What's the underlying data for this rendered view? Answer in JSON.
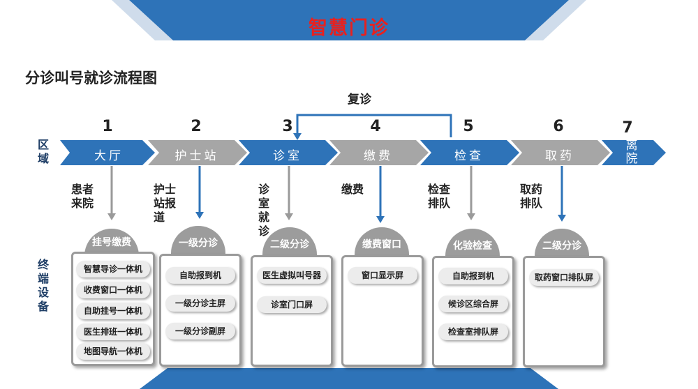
{
  "title": "智慧门诊",
  "subtitle": "分诊叫号就诊流程图",
  "revisit_label": "复诊",
  "row_labels": {
    "area": "区域",
    "terminal": "终端设备"
  },
  "stages": [
    {
      "num": "1",
      "label": "大厅",
      "color": "#2e73b8"
    },
    {
      "num": "2",
      "label": "护士站",
      "color": "#a6a6a6"
    },
    {
      "num": "3",
      "label": "诊室",
      "color": "#2e73b8"
    },
    {
      "num": "4",
      "label": "缴费",
      "color": "#a6a6a6"
    },
    {
      "num": "5",
      "label": "检查",
      "color": "#2e73b8"
    },
    {
      "num": "6",
      "label": "取药",
      "color": "#a6a6a6"
    },
    {
      "num": "7",
      "label": "离院",
      "color": "#2e73b8"
    }
  ],
  "step_labels": [
    "患者来院",
    "护士站报道",
    "诊室就诊",
    "缴费",
    "检查排队",
    "取药排队"
  ],
  "cards": [
    {
      "header": "挂号缴费",
      "items": [
        "智慧导诊一体机",
        "收费窗口一体机",
        "自助挂号一体机",
        "医生排班一体机",
        "地图导航一体机"
      ]
    },
    {
      "header": "一级分诊",
      "items": [
        "自助报到机",
        "一级分诊主屏",
        "一级分诊副屏"
      ]
    },
    {
      "header": "二级分诊",
      "items": [
        "医生虚拟叫号器",
        "诊室门口屏"
      ]
    },
    {
      "header": "缴费窗口",
      "items": [
        "窗口显示屏"
      ]
    },
    {
      "header": "化验检查",
      "items": [
        "自助报到机",
        "候诊区综合屏",
        "检查室排队屏"
      ]
    },
    {
      "header": "二级分诊",
      "items": [
        "取药窗口排队屏"
      ]
    }
  ]
}
